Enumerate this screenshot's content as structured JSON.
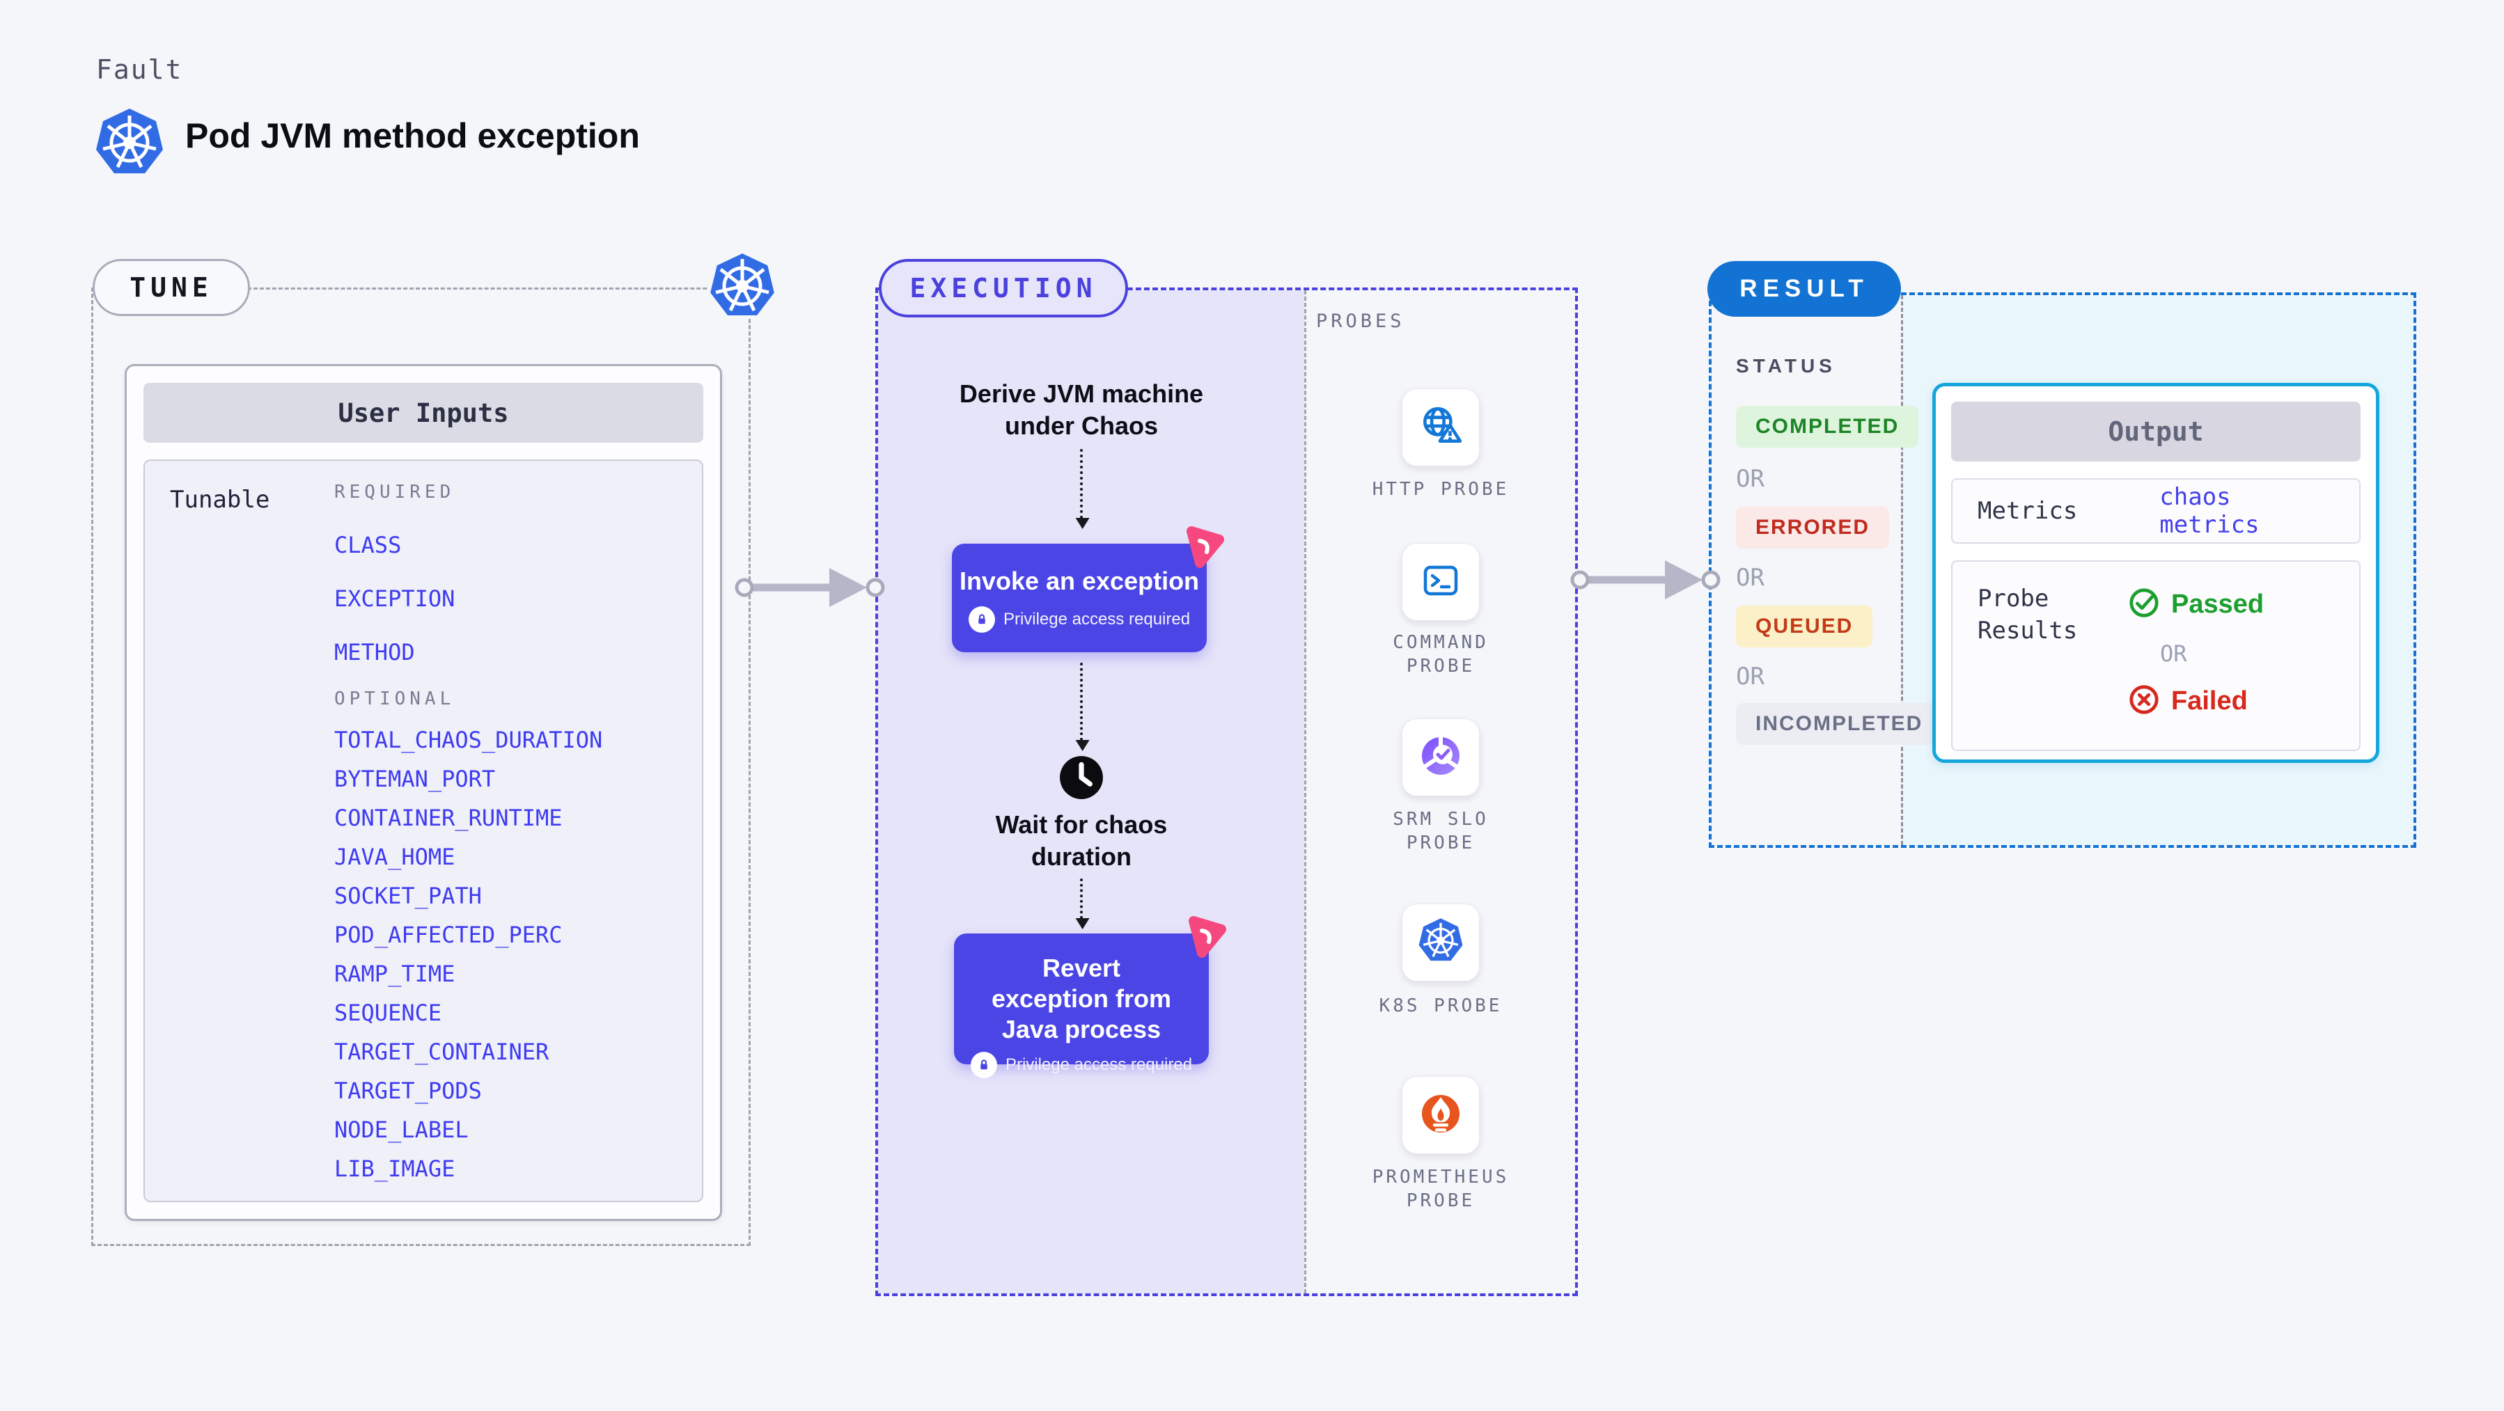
{
  "header": {
    "eyebrow": "Fault",
    "title": "Pod JVM method exception"
  },
  "tune": {
    "label": "TUNE",
    "card_title": "User Inputs",
    "row_label": "Tunable",
    "required_label": "REQUIRED",
    "required": [
      "CLASS",
      "EXCEPTION",
      "METHOD"
    ],
    "optional_label": "OPTIONAL",
    "optional": [
      "TOTAL_CHAOS_DURATION",
      "BYTEMAN_PORT",
      "CONTAINER_RUNTIME",
      "JAVA_HOME",
      "SOCKET_PATH",
      "POD_AFFECTED_PERC",
      "RAMP_TIME",
      "SEQUENCE",
      "TARGET_CONTAINER",
      "TARGET_PODS",
      "NODE_LABEL",
      "LIB_IMAGE"
    ]
  },
  "execution": {
    "label": "EXECUTION",
    "derive": "Derive JVM machine under Chaos",
    "invoke": "Invoke an exception",
    "privilege": "Privilege access required",
    "wait": "Wait for chaos duration",
    "revert": "Revert exception from Java process"
  },
  "probes": {
    "label": "PROBES",
    "items": [
      {
        "name": "HTTP PROBE",
        "icon": "http-probe-icon"
      },
      {
        "name": "COMMAND PROBE",
        "icon": "command-probe-icon"
      },
      {
        "name": "SRM SLO PROBE",
        "icon": "srm-slo-probe-icon"
      },
      {
        "name": "K8S PROBE",
        "icon": "k8s-probe-icon"
      },
      {
        "name": "PROMETHEUS PROBE",
        "icon": "prometheus-probe-icon"
      }
    ]
  },
  "result": {
    "label": "RESULT",
    "status_label": "STATUS",
    "or_label": "OR",
    "statuses": [
      "COMPLETED",
      "ERRORED",
      "QUEUED",
      "INCOMPLETED"
    ],
    "output": {
      "title": "Output",
      "metrics_label": "Metrics",
      "metrics_value": "chaos metrics",
      "probe_results_label": "Probe\nResults",
      "passed": "Passed",
      "or_label": "OR",
      "failed": "Failed"
    }
  },
  "colors": {
    "accent_indigo": "#4B45E5",
    "execution_dash": "#4A41DE",
    "execution_fill": "#E6E4F9",
    "result_blue": "#1273D4",
    "result_fill": "#E9F6FB",
    "output_border": "#16A6DC",
    "kubernetes_blue": "#326CE5",
    "litmus_pink": "#F4487E",
    "link_blue": "#3E3BF2",
    "completed_green": "#1C8426",
    "errored_red": "#C02A1E",
    "queued_red": "#C33A17",
    "incompleted_gray": "#6A7086",
    "passed_green": "#1D9F2F",
    "failed_red": "#D7281D",
    "prometheus_orange": "#E8541D"
  }
}
